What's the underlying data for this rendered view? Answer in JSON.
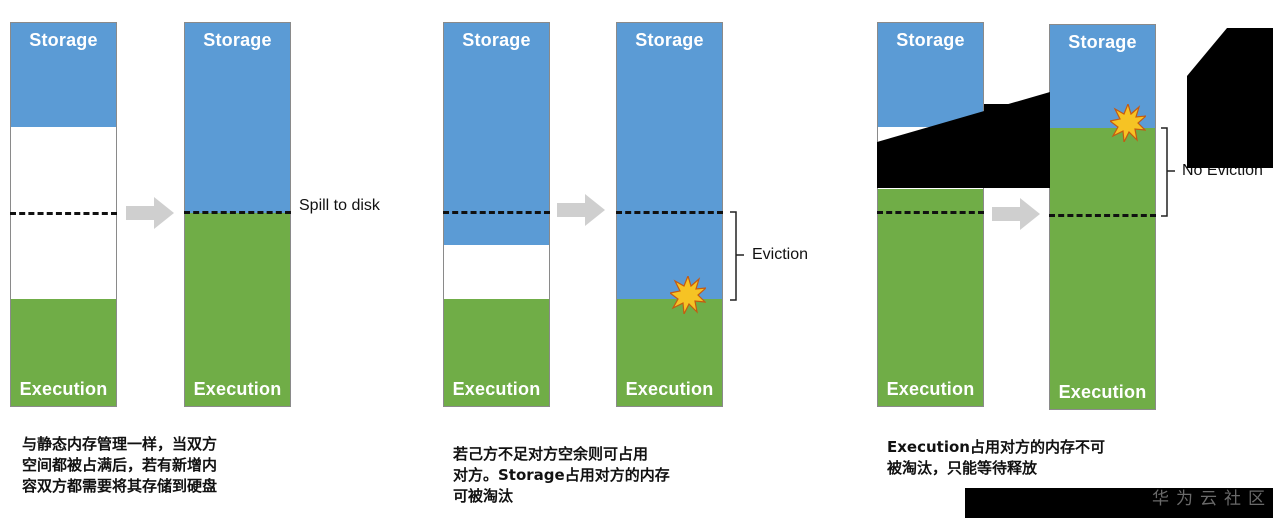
{
  "colors": {
    "storage": "#5b9bd5",
    "execution": "#70ad47",
    "free": "#ffffff",
    "arrow": "#cfcfcf",
    "burst": "#f6c324",
    "burst_edge": "#c55a11"
  },
  "scenarios": [
    {
      "before": {
        "storage_label": "Storage",
        "execution_label": "Execution"
      },
      "after": {
        "storage_label": "Storage",
        "execution_label": "Execution"
      },
      "note": "Spill  to disk",
      "caption": "与静态内存管理一样，当双方\n空间都被占满后，若有新增内\n容双方都需要将其存储到硬盘"
    },
    {
      "before": {
        "storage_label": "Storage",
        "execution_label": "Execution"
      },
      "after": {
        "storage_label": "Storage",
        "execution_label": "Execution"
      },
      "note": "Eviction",
      "caption": "若己方不足对方空余则可占用\n对方。Storage占用对方的内存\n可被淘汰"
    },
    {
      "before": {
        "storage_label": "Storage",
        "execution_label": "Execution"
      },
      "after": {
        "storage_label": "Storage",
        "execution_label": "Execution"
      },
      "note": "No Eviction",
      "caption": "Execution占用对方的内存不可\n被淘汰，只能等待释放"
    }
  ],
  "watermark": "华为云社区",
  "icons": {
    "arrow": "right-arrow-icon",
    "burst": "explosion-icon"
  }
}
